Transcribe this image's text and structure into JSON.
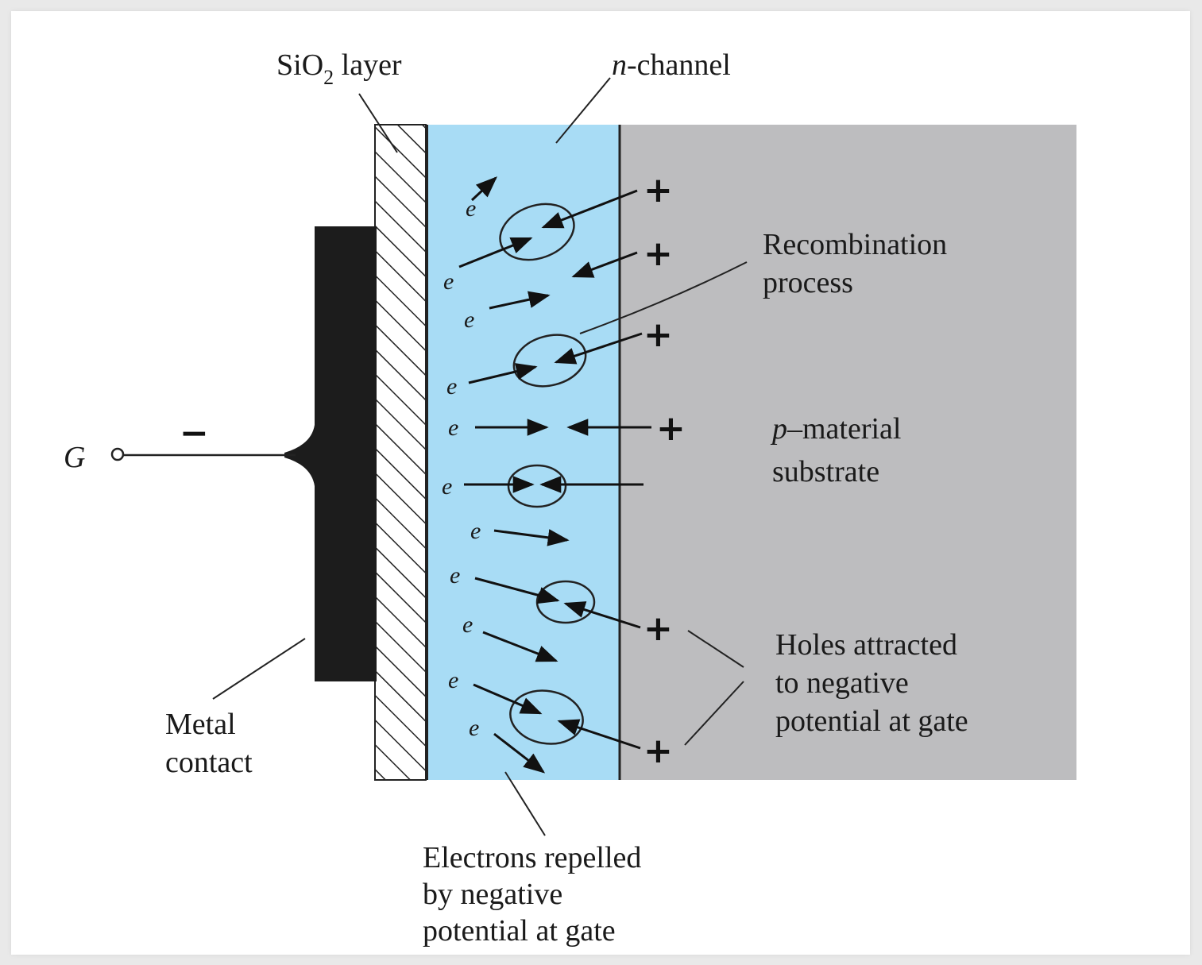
{
  "labels": {
    "sio2": "SiO",
    "sio2_sub": "2",
    "sio2_rest": " layer",
    "n_channel_italic": "n",
    "n_channel_rest": "-channel",
    "recombination": [
      "Recombination",
      "process"
    ],
    "p_material_italic": "p",
    "p_material_rest": "–material",
    "substrate": "substrate",
    "holes": [
      "Holes attracted",
      "to negative",
      "potential at gate"
    ],
    "electrons": [
      "Electrons repelled",
      "by negative",
      "potential at gate"
    ],
    "metal": [
      "Metal",
      "contact"
    ],
    "gate": "G",
    "gate_sign": "−"
  },
  "symbols": {
    "electron": "e",
    "hole": "+"
  },
  "colors": {
    "channel": "#a8dcf5",
    "substrate": "#bdbdbf",
    "metal": "#1c1c1c",
    "background": "#ffffff"
  }
}
